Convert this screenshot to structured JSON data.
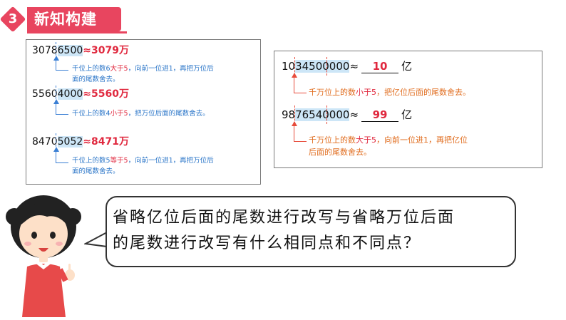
{
  "header": {
    "badge": "3",
    "title": "新知构建"
  },
  "left_examples": [
    {
      "prefix": "3078",
      "highlight": "6500",
      "approx": "≈",
      "result": "3079万",
      "note_line1_a": "千位上的数6",
      "note_line1_red": "大于5",
      "note_line1_b": "，向前一位进1，再把万位后",
      "note_line2": "面的尾数舍去。"
    },
    {
      "prefix": "5560",
      "highlight": "4000",
      "approx": "≈",
      "result": "5560万",
      "note_line1_a": "千位上的数4",
      "note_line1_red": "小于5",
      "note_line1_b": "，把万位后面的尾数舍去。",
      "note_line2": ""
    },
    {
      "prefix": "8470",
      "highlight": "5052",
      "approx": "≈",
      "result": "8471万",
      "note_line1_a": "千位上的数5",
      "note_line1_red": "等于5",
      "note_line1_b": "，向前一位进1，再把万位后",
      "note_line2": "面的尾数舍去。"
    }
  ],
  "right_examples": [
    {
      "prefix": "10",
      "highlight": "34500000",
      "approx": "≈",
      "answer": "10",
      "unit": "亿",
      "note_a": "千万位上的数",
      "note_red": "小于5",
      "note_b": "，把亿位后面的尾数舍去。",
      "note_line2": ""
    },
    {
      "prefix": "98",
      "highlight": "76540000",
      "approx": "≈",
      "answer": "99",
      "unit": "亿",
      "note_a": "千万位上的数",
      "note_red": "大于5",
      "note_b": "，向前一位进1，再把亿位",
      "note_line2": "后面的尾数舍去。"
    }
  ],
  "bubble": {
    "line1": "省略亿位后面的尾数进行改写与省略万位后面",
    "line2": "的尾数进行改写有什么相同点和不同点？"
  }
}
